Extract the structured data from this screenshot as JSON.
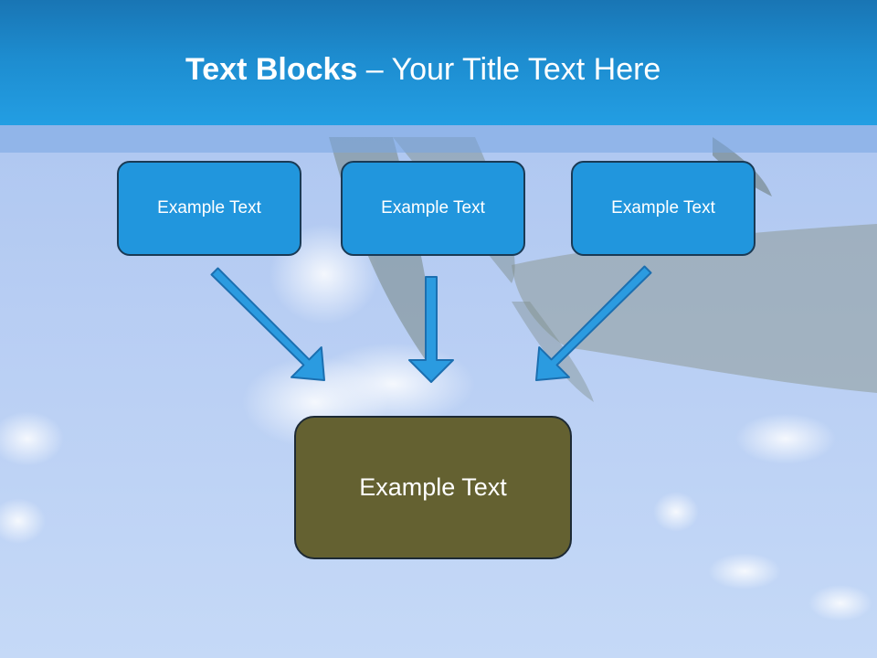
{
  "title": {
    "strong": "Text Blocks",
    "rest": " – Your Title Text Here"
  },
  "blocks": [
    {
      "label": "Example Text"
    },
    {
      "label": "Example Text"
    },
    {
      "label": "Example Text"
    }
  ],
  "target": {
    "label": "Example Text"
  },
  "colors": {
    "title_bar": "#1d8ccf",
    "block_fill": "#2196dd",
    "arrow_fill": "#2b9be0",
    "target_fill": "#646131",
    "text": "#ffffff"
  }
}
